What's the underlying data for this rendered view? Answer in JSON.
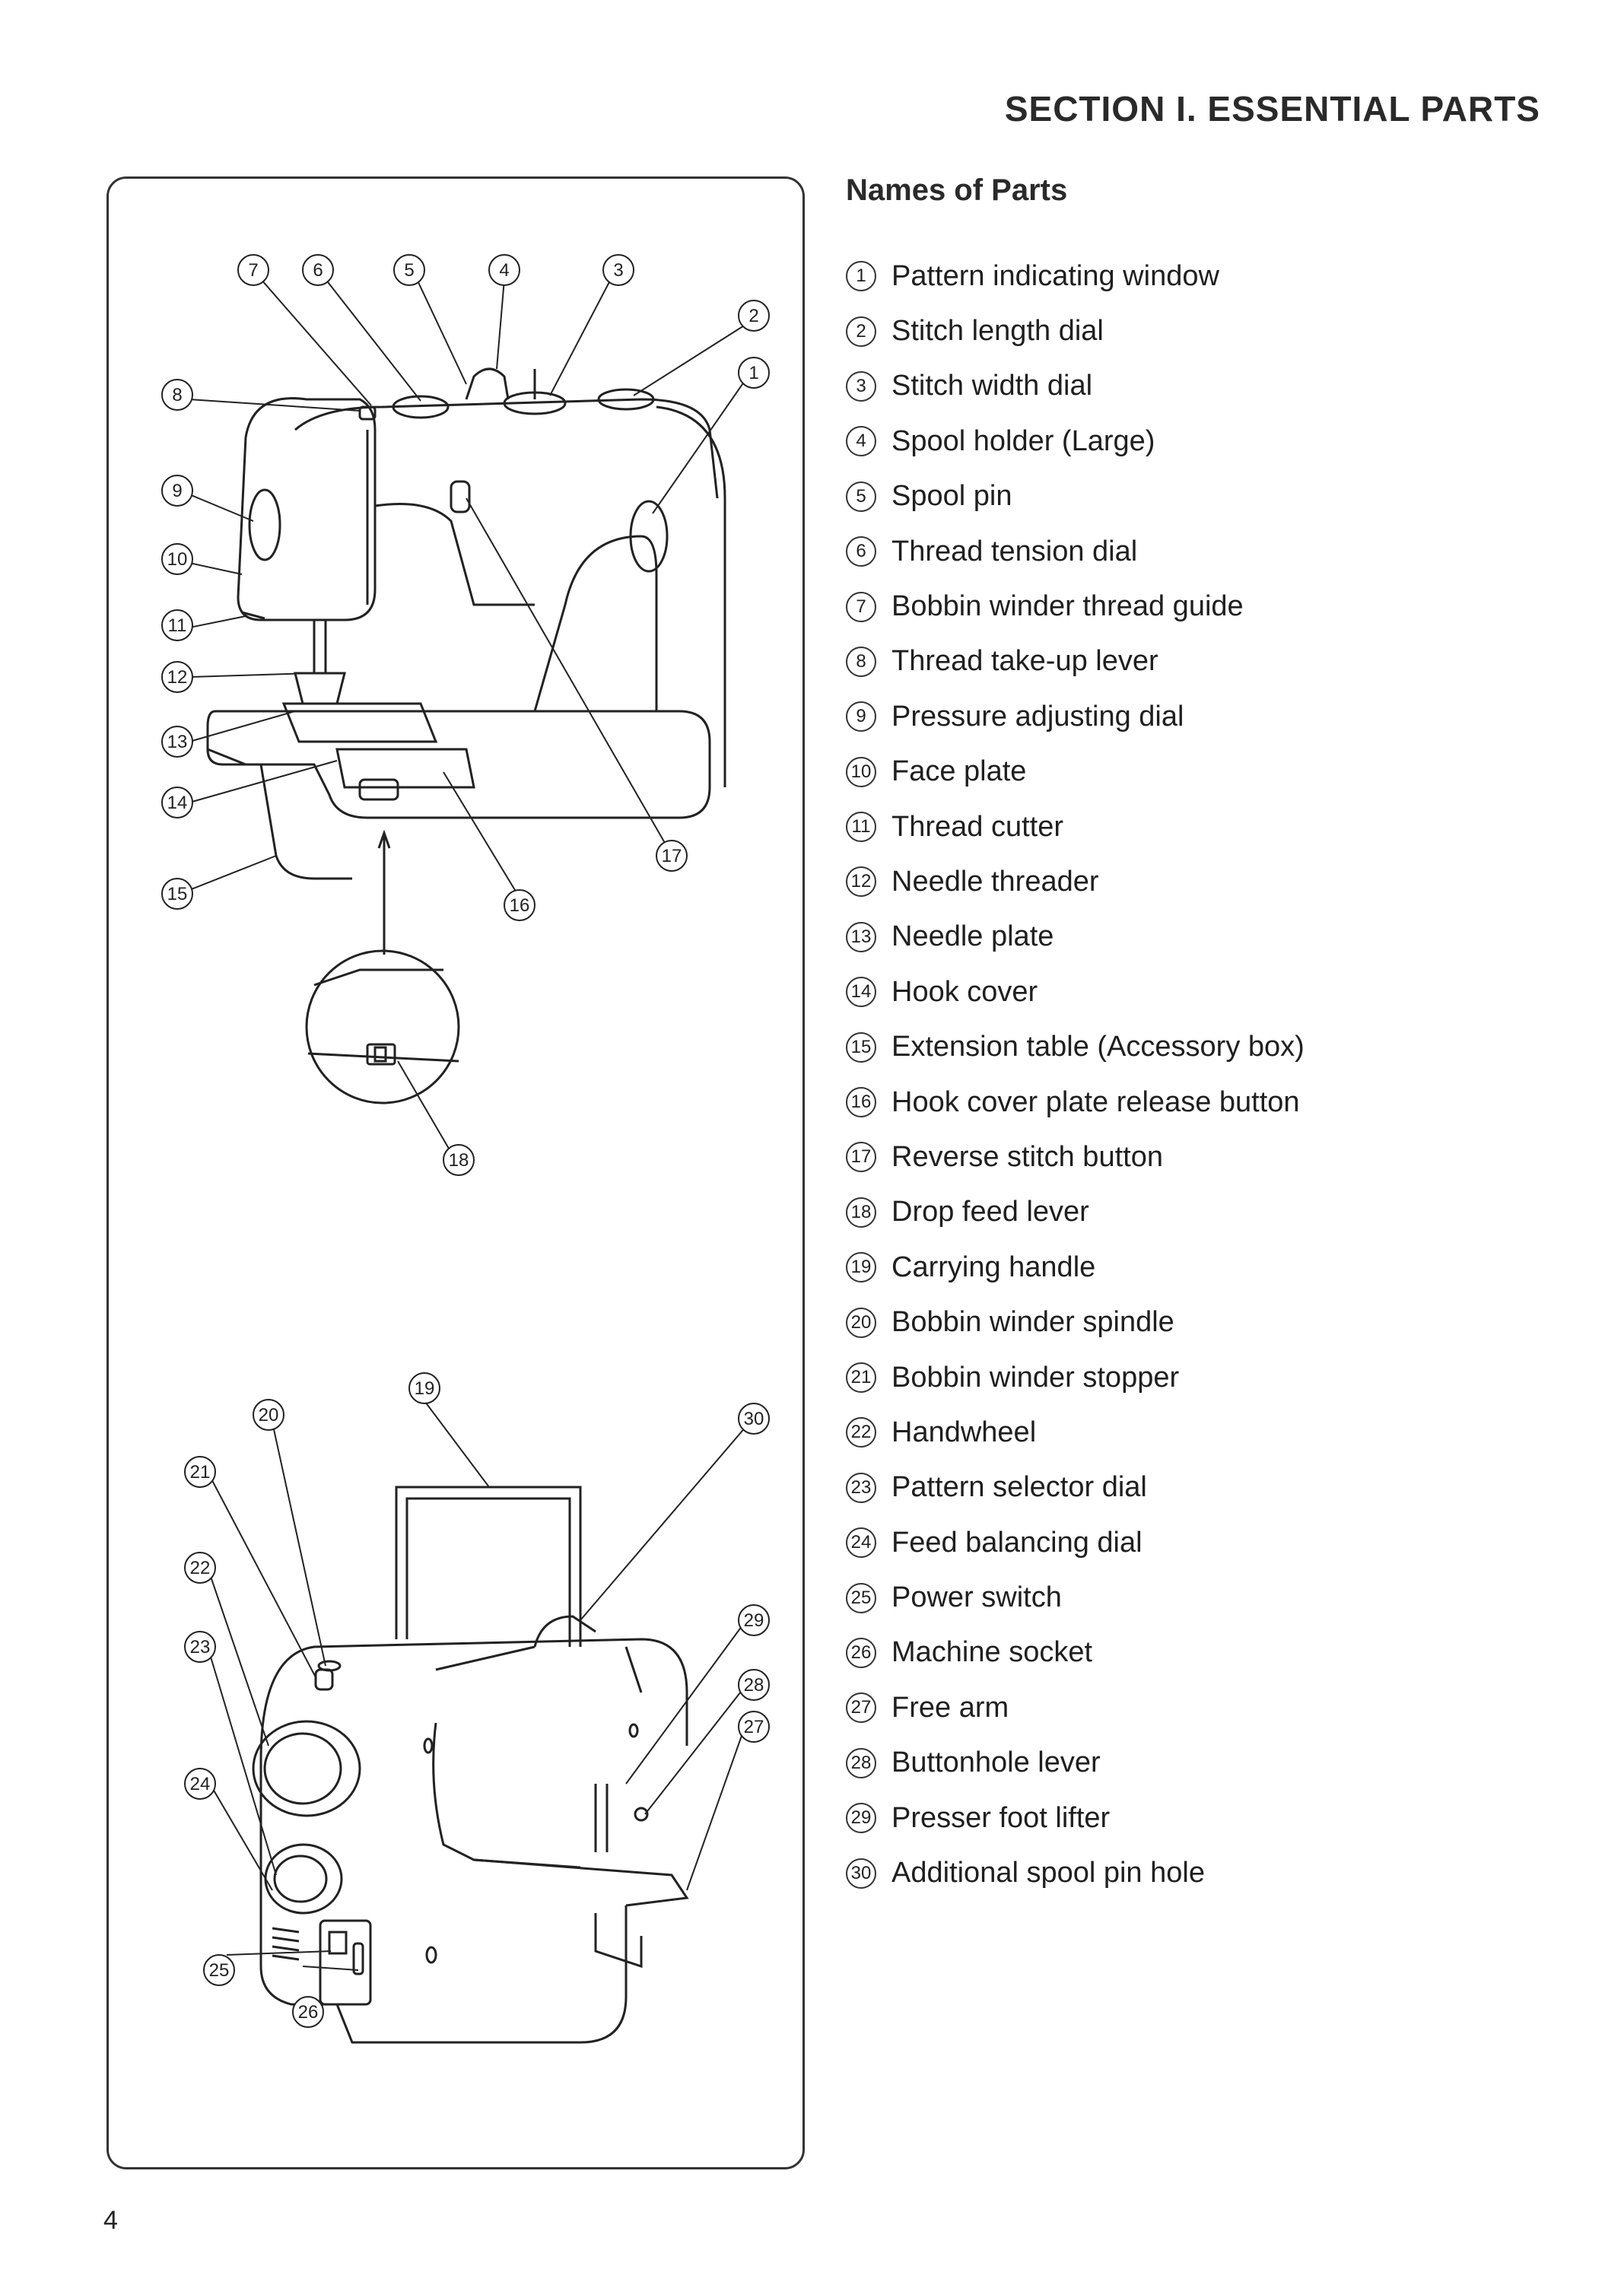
{
  "section_title": "SECTION I. ESSENTIAL PARTS",
  "parts_heading": "Names of Parts",
  "page_number": "4",
  "parts": [
    {
      "num": "1",
      "label": "Pattern indicating window"
    },
    {
      "num": "2",
      "label": "Stitch length dial"
    },
    {
      "num": "3",
      "label": "Stitch width dial"
    },
    {
      "num": "4",
      "label": "Spool holder (Large)"
    },
    {
      "num": "5",
      "label": "Spool pin"
    },
    {
      "num": "6",
      "label": "Thread tension dial"
    },
    {
      "num": "7",
      "label": "Bobbin winder thread guide"
    },
    {
      "num": "8",
      "label": "Thread take-up lever"
    },
    {
      "num": "9",
      "label": "Pressure adjusting dial"
    },
    {
      "num": "10",
      "label": "Face plate"
    },
    {
      "num": "11",
      "label": "Thread cutter"
    },
    {
      "num": "12",
      "label": "Needle threader"
    },
    {
      "num": "13",
      "label": "Needle plate"
    },
    {
      "num": "14",
      "label": "Hook cover"
    },
    {
      "num": "15",
      "label": "Extension table (Accessory box)"
    },
    {
      "num": "16",
      "label": "Hook cover plate release button"
    },
    {
      "num": "17",
      "label": "Reverse stitch button"
    },
    {
      "num": "18",
      "label": "Drop feed lever"
    },
    {
      "num": "19",
      "label": "Carrying handle"
    },
    {
      "num": "20",
      "label": "Bobbin winder spindle"
    },
    {
      "num": "21",
      "label": "Bobbin winder stopper"
    },
    {
      "num": "22",
      "label": "Handwheel"
    },
    {
      "num": "23",
      "label": "Pattern selector dial"
    },
    {
      "num": "24",
      "label": "Feed balancing dial"
    },
    {
      "num": "25",
      "label": "Power switch"
    },
    {
      "num": "26",
      "label": "Machine socket"
    },
    {
      "num": "27",
      "label": "Free arm"
    },
    {
      "num": "28",
      "label": "Buttonhole lever"
    },
    {
      "num": "29",
      "label": "Presser foot lifter"
    },
    {
      "num": "30",
      "label": "Additional spool pin hole"
    }
  ]
}
